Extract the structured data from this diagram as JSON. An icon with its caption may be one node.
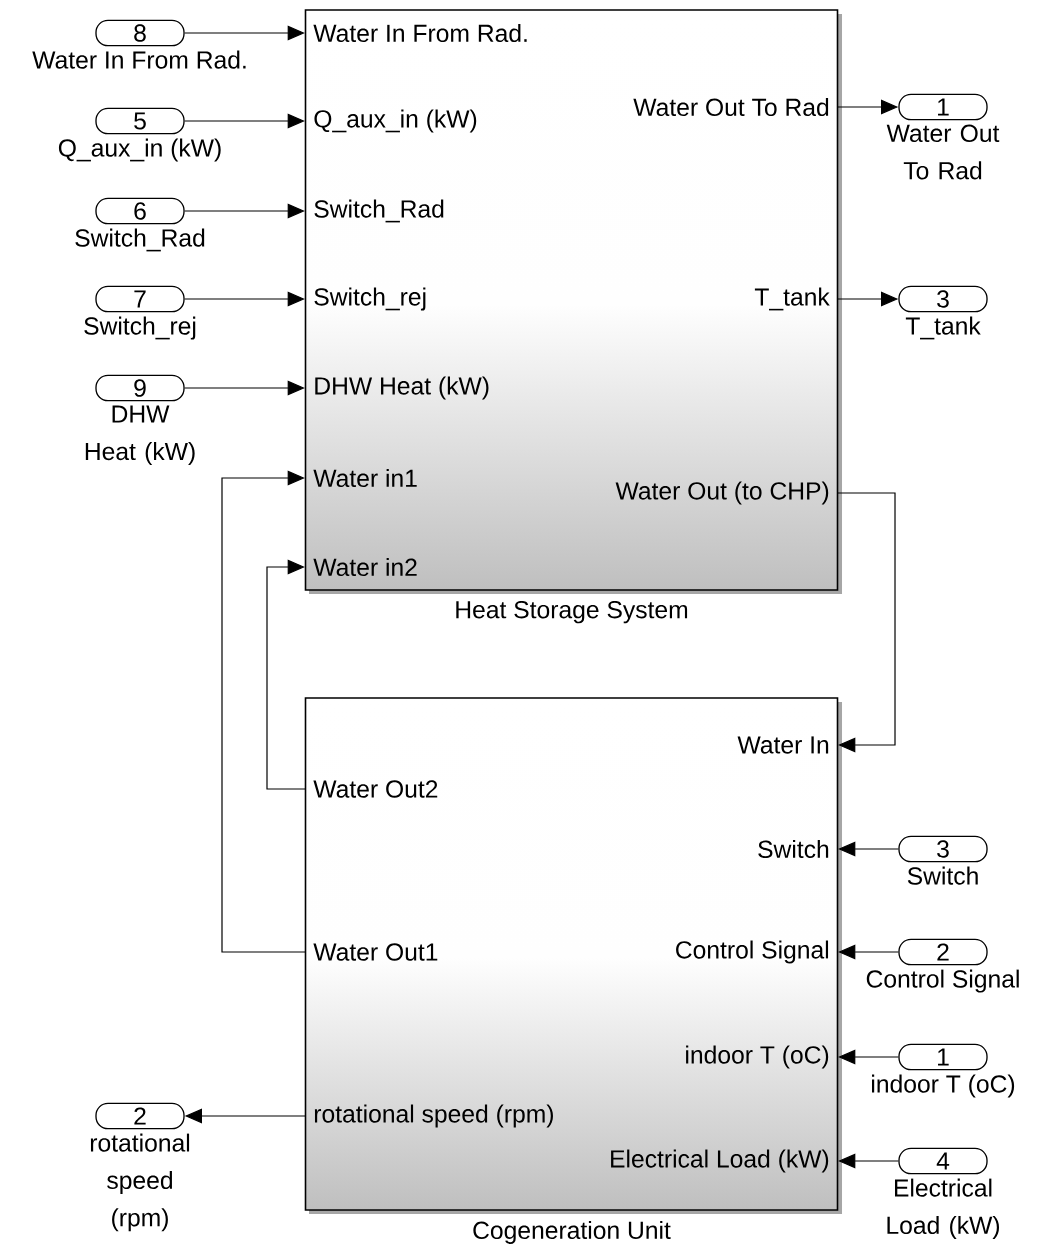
{
  "diagram": {
    "nodes": [
      {
        "text": [
          "Heat Storage System"
        ]
      },
      {
        "text": [
          "Water In From Rad."
        ],
        "in": 0
      },
      {
        "text": [
          "Q_aux_in (kW)"
        ],
        "in": 0
      },
      {
        "text": [
          "Switch_Rad"
        ],
        "in": 0
      },
      {
        "text": [
          "Switch_rej"
        ],
        "in": 0
      },
      {
        "text": [
          "DHW Heat (kW)"
        ],
        "in": 0
      },
      {
        "text": [
          "Water in1"
        ],
        "in": 0
      },
      {
        "text": [
          "Water in2"
        ],
        "in": 0
      },
      {
        "text": [
          "Water Out To Rad"
        ],
        "in": 0
      },
      {
        "text": [
          "T_tank"
        ],
        "in": 0
      },
      {
        "text": [
          "Water Out (to CHP)"
        ],
        "in": 0
      },
      {
        "text": [
          "Cogeneration Unit"
        ]
      },
      {
        "text": [
          "Water In"
        ],
        "in": 11
      },
      {
        "text": [
          "Water Out2"
        ],
        "in": 11
      },
      {
        "text": [
          "Switch"
        ],
        "in": 11
      },
      {
        "text": [
          "Water Out1"
        ],
        "in": 11
      },
      {
        "text": [
          "Control Signal"
        ],
        "in": 11
      },
      {
        "text": [
          "indoor T (oC)"
        ],
        "in": 11
      },
      {
        "text": [
          "rotational speed (rpm)"
        ],
        "in": 11
      },
      {
        "text": [
          "Electrical Load (kW)"
        ],
        "in": 11
      },
      {
        "text": [
          "8"
        ],
        "beside": [
          "Water In From Rad."
        ]
      },
      {
        "text": [
          "5"
        ],
        "beside": [
          "Q_aux_in (kW)"
        ]
      },
      {
        "text": [
          "6"
        ],
        "beside": [
          "Switch_Rad"
        ]
      },
      {
        "text": [
          "7"
        ],
        "beside": [
          "Switch_rej"
        ]
      },
      {
        "text": [
          "9"
        ],
        "beside": [
          "DHW Heat (kW)"
        ]
      },
      {
        "text": [
          "1"
        ],
        "beside": [
          "Water Out To Rad"
        ]
      },
      {
        "text": [
          "3"
        ],
        "beside": [
          "T_tank"
        ]
      },
      {
        "text": [
          "3"
        ],
        "beside": [
          "Switch"
        ]
      },
      {
        "text": [
          "2"
        ],
        "beside": [
          "Control Signal"
        ]
      },
      {
        "text": [
          "1"
        ],
        "beside": [
          "indoor T (oC)"
        ]
      },
      {
        "text": [
          "4"
        ],
        "beside": [
          "Electrical Load (kW)"
        ]
      },
      {
        "text": [
          "2"
        ],
        "beside": [
          "rotational speed (rpm)"
        ]
      }
    ],
    "edges": [
      {
        "from": 20,
        "to": 1,
        "arrow": "to"
      },
      {
        "from": 21,
        "to": 2,
        "arrow": "to"
      },
      {
        "from": 22,
        "to": 3,
        "arrow": "to"
      },
      {
        "from": 23,
        "to": 4,
        "arrow": "to"
      },
      {
        "from": 24,
        "to": 5,
        "arrow": "to"
      },
      {
        "from": 8,
        "to": 25,
        "arrow": "to"
      },
      {
        "from": 9,
        "to": 26,
        "arrow": "to"
      },
      {
        "from": 10,
        "to": 12,
        "arrow": "to"
      },
      {
        "from": 13,
        "to": 7,
        "arrow": "to"
      },
      {
        "from": 15,
        "to": 6,
        "arrow": "to"
      },
      {
        "from": 27,
        "to": 14,
        "arrow": "to"
      },
      {
        "from": 28,
        "to": 16,
        "arrow": "to"
      },
      {
        "from": 29,
        "to": 17,
        "arrow": "to"
      },
      {
        "from": 30,
        "to": 19,
        "arrow": "to"
      },
      {
        "from": 18,
        "to": 31,
        "arrow": "to"
      }
    ]
  }
}
